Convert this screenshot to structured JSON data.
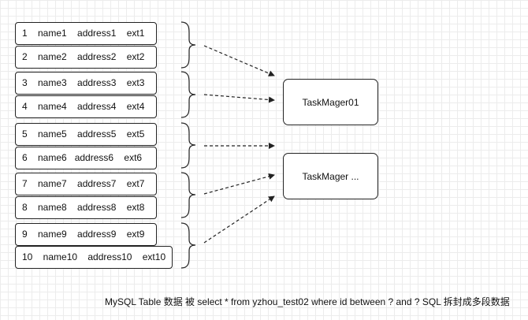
{
  "rows": [
    {
      "text": "1    name1    address1    ext1"
    },
    {
      "text": "2    name2    address2    ext2"
    },
    {
      "text": "3    name3    address3    ext3"
    },
    {
      "text": "4    name4    address4    ext4"
    },
    {
      "text": "5    name5    address5    ext5"
    },
    {
      "text": "6    name6   address6    ext6"
    },
    {
      "text": "7    name7    address7    ext7"
    },
    {
      "text": "8    name8    address8    ext8"
    },
    {
      "text": "9    name9    address9    ext9"
    },
    {
      "text": "10    name10    address10    ext10"
    }
  ],
  "tasks": [
    {
      "label": "TaskMager01"
    },
    {
      "label": "TaskMager ..."
    }
  ],
  "caption": "MySQL Table 数据 被 select * from yzhou_test02 where id between ? and ? SQL 拆封成多段数据",
  "colors": {
    "line": "#222222",
    "grid": "#ececec"
  }
}
